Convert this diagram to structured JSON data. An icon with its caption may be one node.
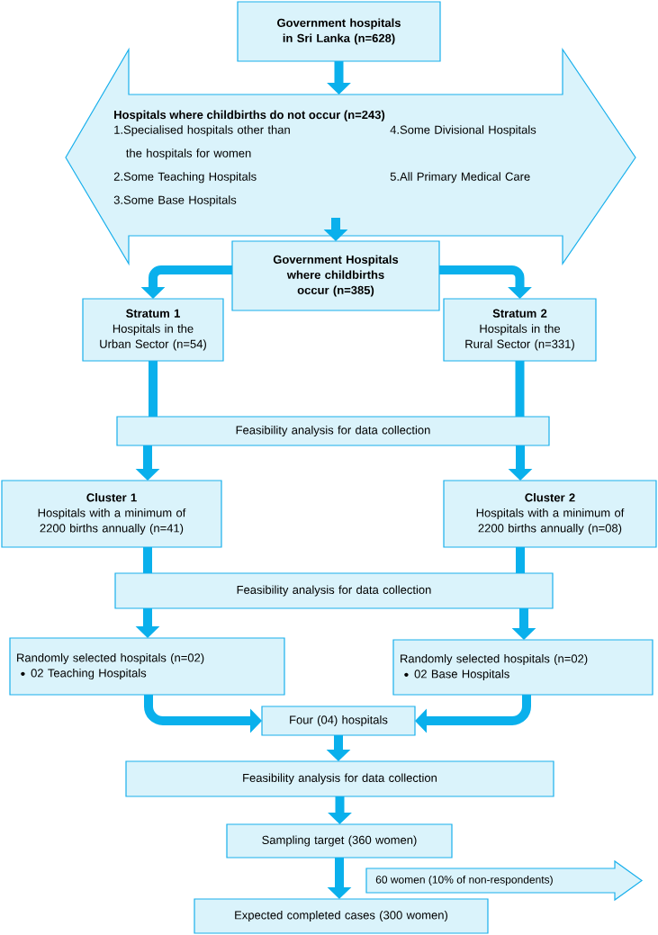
{
  "diagram": {
    "nodes": [
      {
        "text": [
          "Government hospitals in Sri Lanka (n=628)"
        ]
      },
      {
        "text": [
          "Hospitals where childbirths do not occur (n=243)",
          "1.Specialised hospitals other than the hospitals for women",
          "2.Some Teaching Hospitals",
          "3.Some Base Hospitals",
          "4.Some Divisional Hospitals",
          "5.All Primary Medical Care"
        ]
      },
      {
        "text": [
          "Government Hospitals where childbirths occur (n=385)"
        ]
      },
      {
        "text": [
          "Stratum 1",
          "Hospitals in the Urban Sector (n=54)"
        ]
      },
      {
        "text": [
          "Stratum 2",
          "Hospitals in the Rural Sector (n=331)"
        ]
      },
      {
        "text": [
          "Feasibility analysis for data collection"
        ]
      },
      {
        "text": [
          "Cluster 1",
          "Hospitals with a minimum of 2200 births annually (n=41)"
        ]
      },
      {
        "text": [
          "Cluster 2",
          "Hospitals with a minimum of 2200 births annually (n=08)"
        ]
      },
      {
        "text": [
          "Feasibility analysis for data collection"
        ]
      },
      {
        "text": [
          "Randomly selected hospitals (n=02)",
          "02 Teaching Hospitals"
        ]
      },
      {
        "text": [
          "Randomly selected hospitals (n=02)",
          "02 Base Hospitals"
        ]
      },
      {
        "text": [
          "Four (04) hospitals"
        ]
      },
      {
        "text": [
          "Feasibility analysis for data collection"
        ]
      },
      {
        "text": [
          "Sampling target (360 women)"
        ]
      },
      {
        "text": [
          "60 women (10% of non-respondents)"
        ]
      },
      {
        "text": [
          "Expected completed cases (300 women)"
        ]
      }
    ],
    "edges": [
      {
        "from": 0,
        "to": 1,
        "arrow": "to"
      },
      {
        "from": 1,
        "to": 2,
        "arrow": "to"
      },
      {
        "from": 2,
        "to": 3,
        "arrow": "to"
      },
      {
        "from": 2,
        "to": 4,
        "arrow": "to"
      },
      {
        "from": 3,
        "to": 5,
        "arrow": "none"
      },
      {
        "from": 4,
        "to": 5,
        "arrow": "none"
      },
      {
        "from": 5,
        "to": 6,
        "arrow": "to"
      },
      {
        "from": 5,
        "to": 7,
        "arrow": "to"
      },
      {
        "from": 6,
        "to": 8,
        "arrow": "none"
      },
      {
        "from": 7,
        "to": 8,
        "arrow": "none"
      },
      {
        "from": 8,
        "to": 9,
        "arrow": "to"
      },
      {
        "from": 8,
        "to": 10,
        "arrow": "to"
      },
      {
        "from": 9,
        "to": 11,
        "arrow": "to"
      },
      {
        "from": 10,
        "to": 11,
        "arrow": "to"
      },
      {
        "from": 11,
        "to": 12,
        "arrow": "to"
      },
      {
        "from": 12,
        "to": 13,
        "arrow": "to"
      },
      {
        "from": 13,
        "to": 15,
        "arrow": "to"
      }
    ]
  }
}
